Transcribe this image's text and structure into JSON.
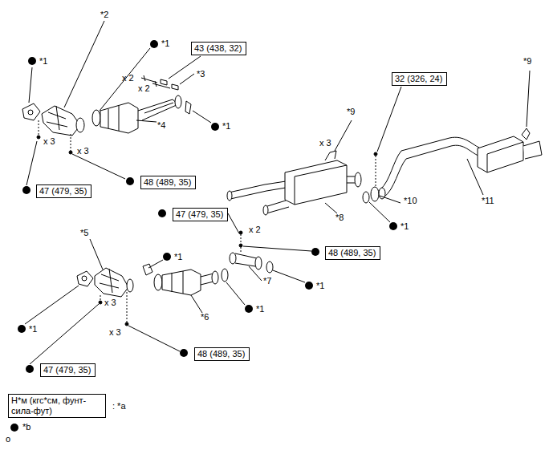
{
  "diagram": {
    "nodes": [
      {
        "text": [
          "43 (438, 32)"
        ]
      },
      {
        "text": [
          "32 (326, 24)"
        ]
      },
      {
        "text": [
          "48 (489, 35)"
        ]
      },
      {
        "text": [
          "47 (479, 35)"
        ]
      },
      {
        "text": [
          "47 (479, 35)"
        ]
      },
      {
        "text": [
          "48 (489, 35)"
        ]
      },
      {
        "text": [
          "48 (489, 35)"
        ]
      },
      {
        "text": [
          "47 (479, 35)"
        ]
      },
      {
        "text": [
          "Н*м (кгс*см, фунт-сила-фут)"
        ]
      }
    ],
    "labels": [
      "*1",
      "*2",
      "*1",
      "x 2",
      "x 2",
      "*3",
      "*9",
      "*9",
      "*4",
      "*1",
      "x 3",
      "x 3",
      "x 3",
      "*10",
      "*11",
      "*8",
      "*1",
      "x 2",
      "*5",
      "*1",
      "*7",
      "*1",
      "x 3",
      "*1",
      "*6",
      "*1",
      "x 3",
      ": *a",
      "*b",
      "o"
    ]
  }
}
